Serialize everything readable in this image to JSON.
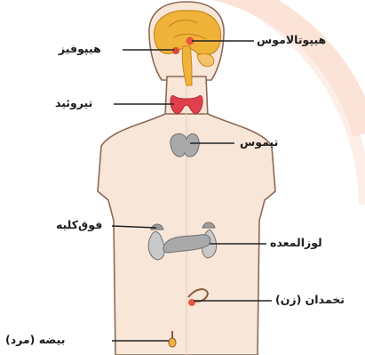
{
  "labels": {
    "hypothalamus": "هیپوتالاموس",
    "pituitary": "هیپوفیز",
    "thyroid": "تیروئید",
    "thymus": "تیموس",
    "adrenal": "فوق‌کلیه",
    "pancreas": "لوزالمعده",
    "ovary": "تخمدان (زن)",
    "testis": "بیضه (مرد)"
  },
  "colors": {
    "background": "#ffffff",
    "watermark_arc": "#fbe3d8",
    "body_fill": "#f8e6d9",
    "body_outline": "#8c6a55",
    "brain": "#f0b33a",
    "thyroid": "#e0404c",
    "gland_gray": "#a9a9a9",
    "leader_line": "#222222",
    "label_text": "#1c1c1c"
  }
}
